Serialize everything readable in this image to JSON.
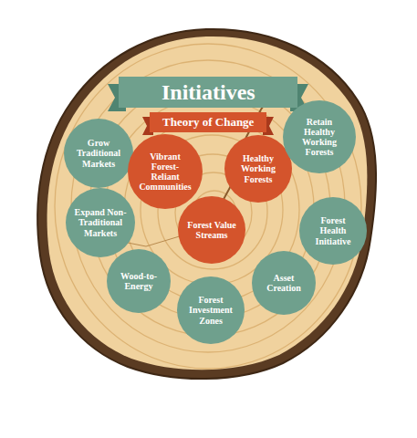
{
  "diagram": {
    "title": "Initiatives",
    "nodes": [
      {
        "text": [
          "Grow Traditional Markets"
        ]
      },
      {
        "text": [
          "Vibrant Forest-Reliant Communities"
        ]
      },
      {
        "text": [
          "Healthy Working Forests"
        ]
      },
      {
        "text": [
          "Retain Healthy Working Forests"
        ]
      },
      {
        "text": [
          "Forest Value Streams"
        ]
      },
      {
        "text": [
          "Expand Non-Traditional Markets"
        ]
      },
      {
        "text": [
          "Forest Health Initiative"
        ]
      },
      {
        "text": [
          "Wood-to-Energy"
        ]
      },
      {
        "text": [
          "Asset Creation"
        ]
      },
      {
        "text": [
          "Forest Investment Zones"
        ]
      }
    ],
    "labels": [
      "Theory of Change"
    ]
  }
}
